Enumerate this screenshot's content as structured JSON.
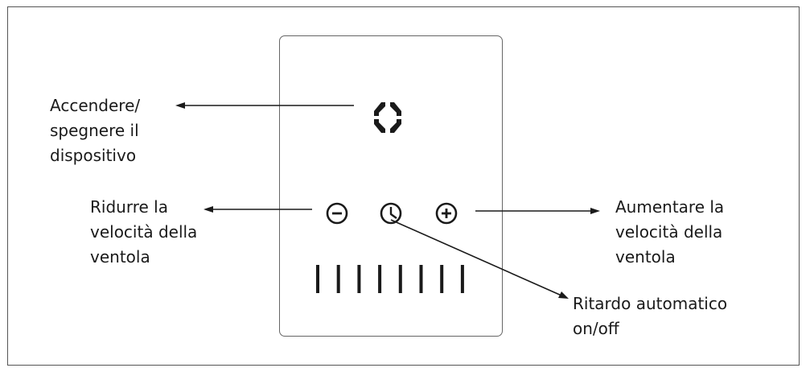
{
  "labels": {
    "power": [
      "Accendere/",
      "spegnere il",
      "dispositivo"
    ],
    "decrease": [
      "Ridurre la",
      "velocità della",
      "ventola"
    ],
    "increase": [
      "Aumentare la",
      "velocità della",
      "ventola"
    ],
    "timer": [
      "Ritardo automatico",
      "on/off"
    ]
  },
  "speed_levels": 8,
  "colors": {
    "stroke": "#1a1a1a",
    "border": "#666666"
  }
}
